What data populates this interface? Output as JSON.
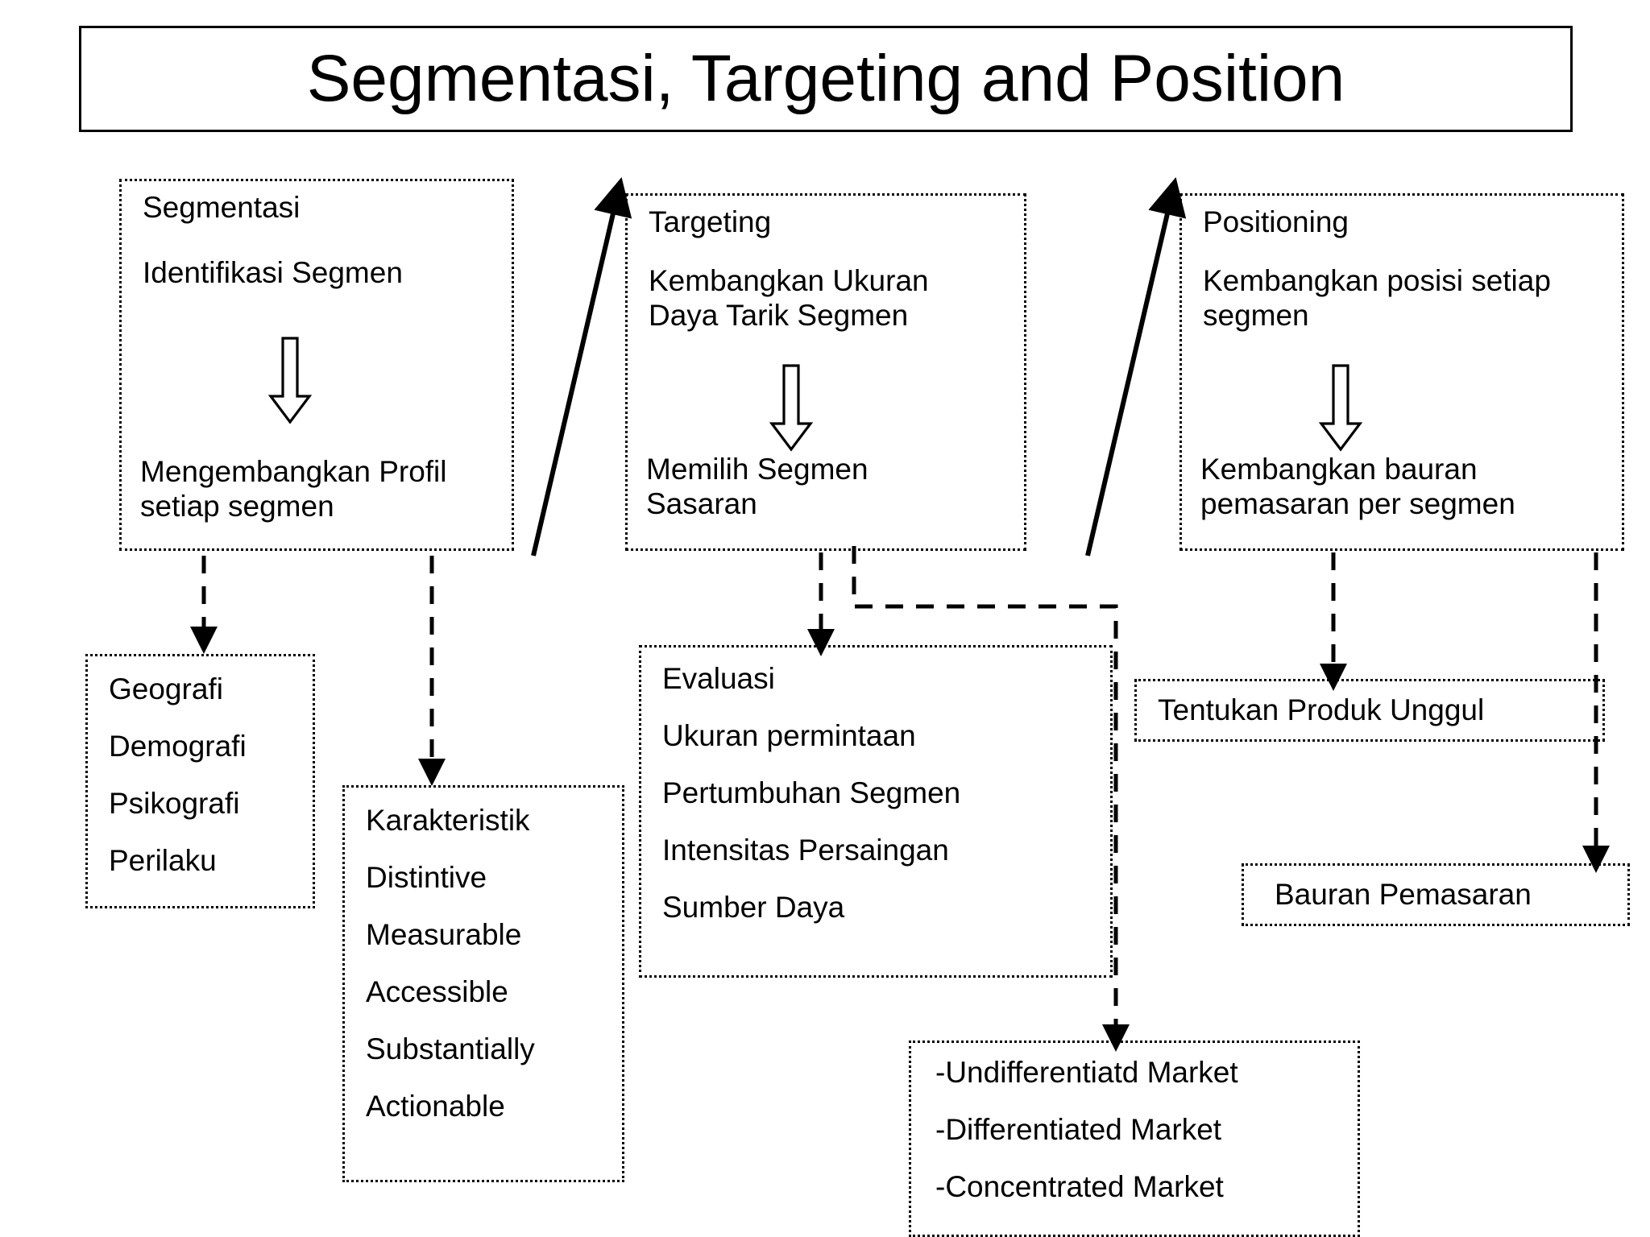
{
  "title": {
    "text": "Segmentasi, Targeting and Position"
  },
  "boxes": {
    "segmentasi": {
      "heading": "Segmentasi",
      "line2": "Identifikasi Segmen",
      "line3a": "Mengembangkan Profil",
      "line3b": "setiap segmen"
    },
    "targeting": {
      "heading": "Targeting",
      "line2a": "Kembangkan Ukuran",
      "line2b": "Daya Tarik Segmen",
      "line3a": "Memilih Segmen",
      "line3b": "Sasaran"
    },
    "positioning": {
      "heading": "Positioning",
      "line2a": "Kembangkan posisi setiap",
      "line2b": "segmen",
      "line3a": "Kembangkan bauran",
      "line3b": "pemasaran per segmen"
    },
    "segmentasi_basis": {
      "items": [
        "Geografi",
        "Demografi",
        "Psikografi",
        "Perilaku"
      ]
    },
    "karakteristik": {
      "items": [
        "Karakteristik",
        "Distintive",
        "Measurable",
        "Accessible",
        "Substantially",
        "Actionable"
      ]
    },
    "evaluasi": {
      "items": [
        "Evaluasi",
        "Ukuran permintaan",
        "Pertumbuhan Segmen",
        "Intensitas Persaingan",
        "Sumber Daya"
      ]
    },
    "market_strategies": {
      "items": [
        "-Undifferentiatd Market",
        "-Differentiated Market",
        "-Concentrated Market"
      ]
    },
    "produk_unggul": {
      "text": "Tentukan Produk Unggul"
    },
    "bauran": {
      "text": "Bauran Pemasaran"
    }
  },
  "colors": {
    "ink": "#000000",
    "page": "#ffffff"
  },
  "icons": {
    "block_down_arrow": "block-down-arrow",
    "flow_arrow": "flow-arrow"
  }
}
